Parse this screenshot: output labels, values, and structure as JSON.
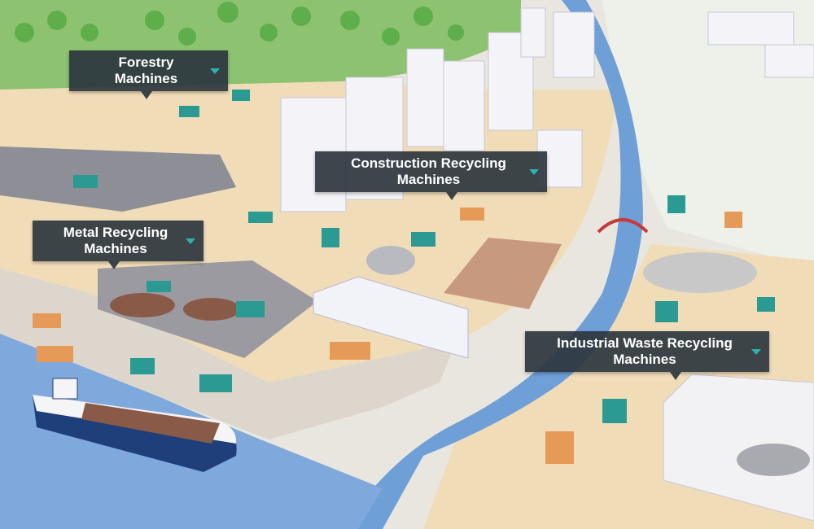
{
  "callouts": {
    "forestry": {
      "line1": "Forestry",
      "line2": "Machines"
    },
    "construction": {
      "line1": "Construction Recycling",
      "line2": "Machines"
    },
    "metal": {
      "line1": "Metal Recycling",
      "line2": "Machines"
    },
    "industrial": {
      "line1": "Industrial Waste Recycling",
      "line2": "Machines"
    }
  },
  "colors": {
    "label_bg": "#2c363e",
    "accent": "#2bb3b0",
    "machine": "#2a9a93",
    "water": "#6e9fd6",
    "ground": "#f1dcb8"
  }
}
